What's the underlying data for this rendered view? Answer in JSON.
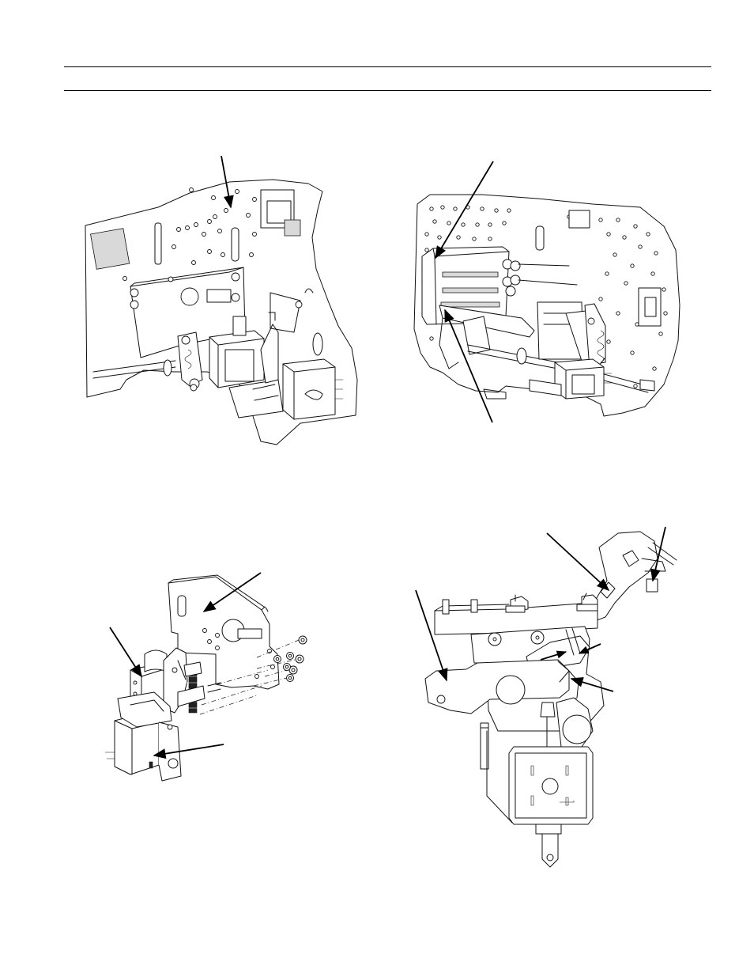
{
  "page": {
    "description_none": true
  },
  "figures": [
    {
      "id": "fig-top-left",
      "callouts": 1
    },
    {
      "id": "fig-top-right",
      "callouts": 2
    },
    {
      "id": "fig-bottom-left",
      "callouts": 3
    },
    {
      "id": "fig-bottom-right",
      "callouts": 5
    }
  ],
  "colors": {
    "ink": "#111111",
    "paper": "#ffffff",
    "shade": "#d9d9d9"
  }
}
